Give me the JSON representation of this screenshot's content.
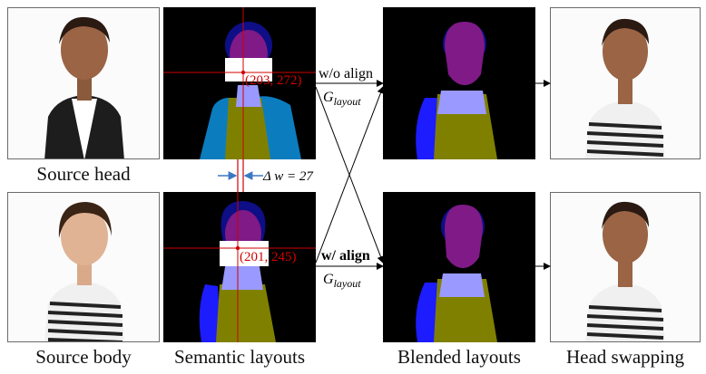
{
  "captions": {
    "source_head": "Source head",
    "source_body": "Source body",
    "semantic_layouts": "Semantic layouts",
    "blended_layouts": "Blended layouts",
    "head_swapping": "Head swapping"
  },
  "annotations": {
    "coord_top": "(203, 272)",
    "coord_bottom": "(201, 245)",
    "delta_w": "Δ w = 27",
    "wo_align": "w/o align",
    "w_align": "w/ align",
    "g_layout_base": "G",
    "g_layout_sub": "layout"
  },
  "colors": {
    "face": "#7f1a86",
    "hair": "#0e0e86",
    "skin": "#9999ff",
    "garment_olive": "#808000",
    "jacket_blue": "#0b7dbf",
    "arm_blue": "#1c1cff",
    "marker_red": "#d10000",
    "alignment_blue": "#3b78c4"
  }
}
